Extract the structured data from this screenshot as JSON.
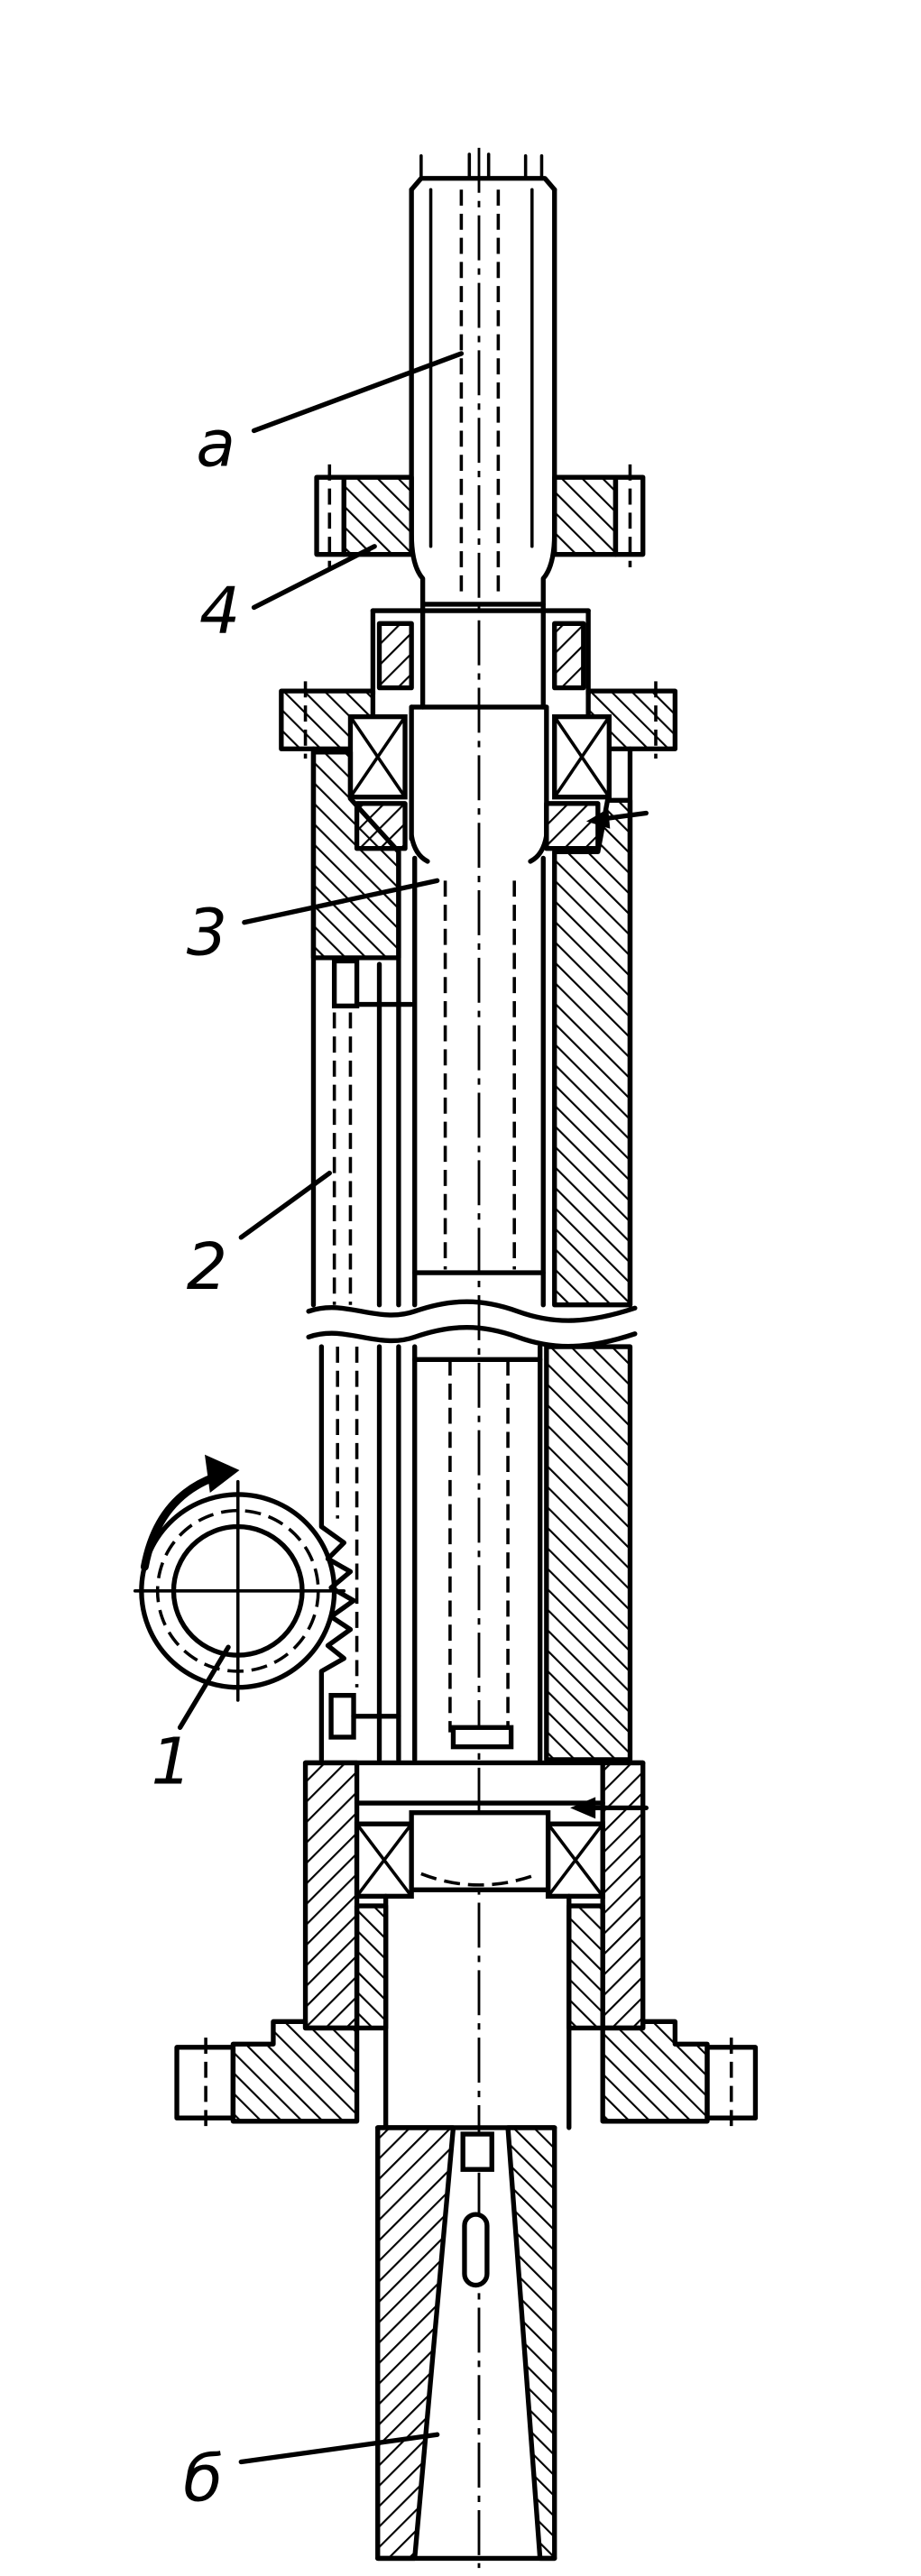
{
  "labels": {
    "top": "a",
    "gear": "4",
    "spindle": "3",
    "sleeve": "2",
    "pinion": "1",
    "bottom": "б"
  }
}
